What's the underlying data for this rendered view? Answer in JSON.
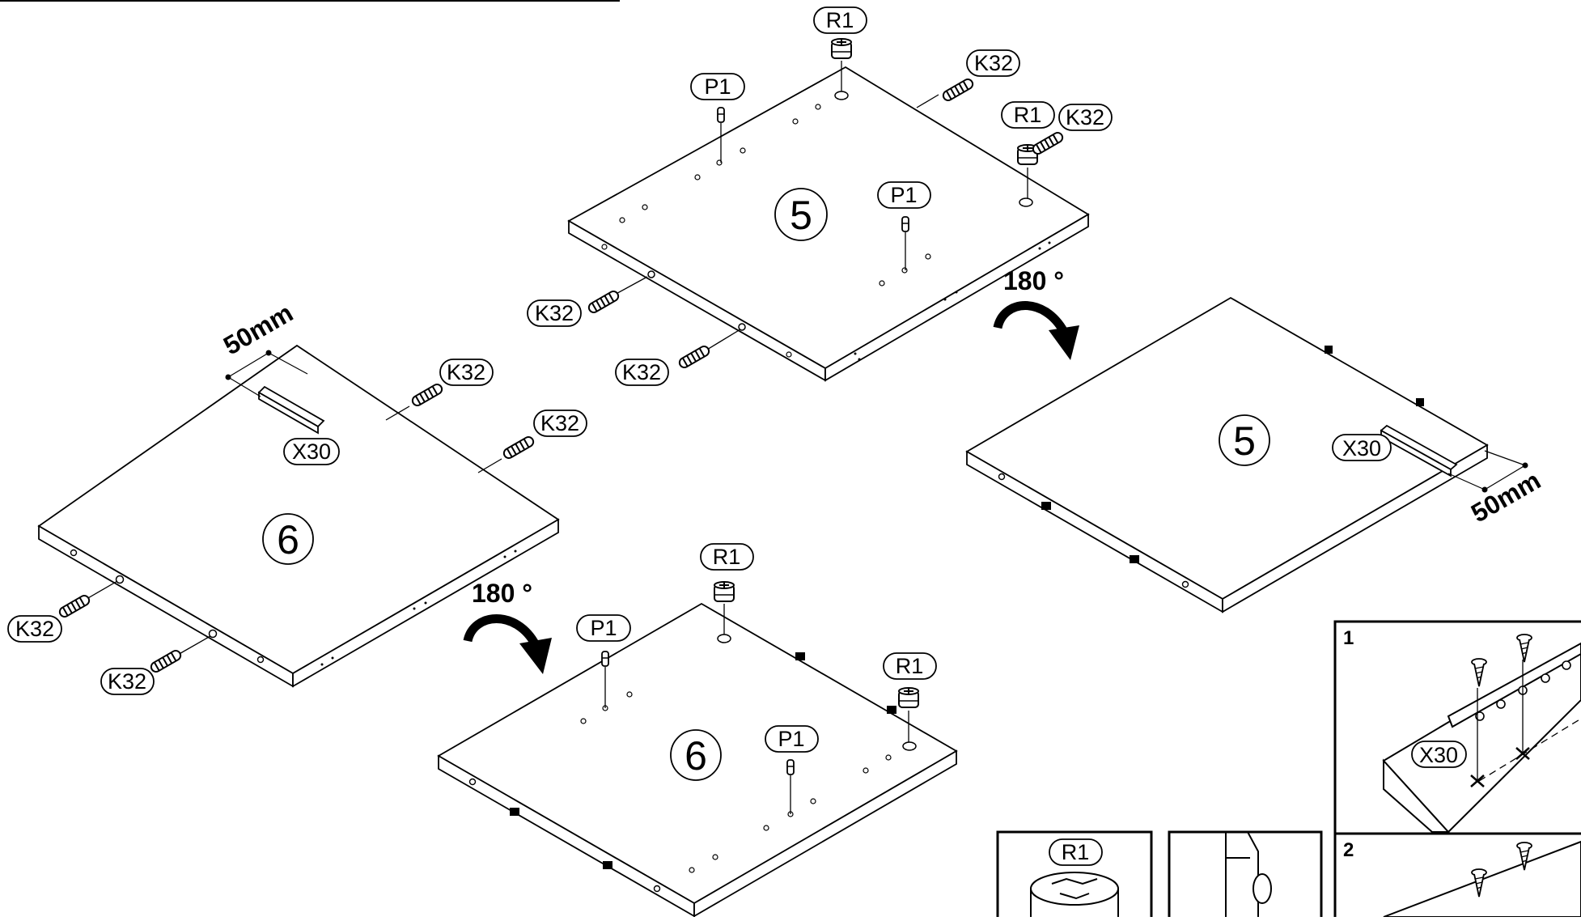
{
  "panels": {
    "panel5_top": "5",
    "panel5_flipped": "5",
    "panel6_left": "6",
    "panel6_flipped": "6"
  },
  "parts": {
    "r1": "R1",
    "p1": "P1",
    "k32": "K32",
    "x30": "X30"
  },
  "annotations": {
    "rotation": "180 °",
    "distance": "50mm"
  },
  "details": {
    "step1": "1",
    "step2": "2"
  },
  "colors": {
    "line": "#000000",
    "background": "#ffffff"
  }
}
